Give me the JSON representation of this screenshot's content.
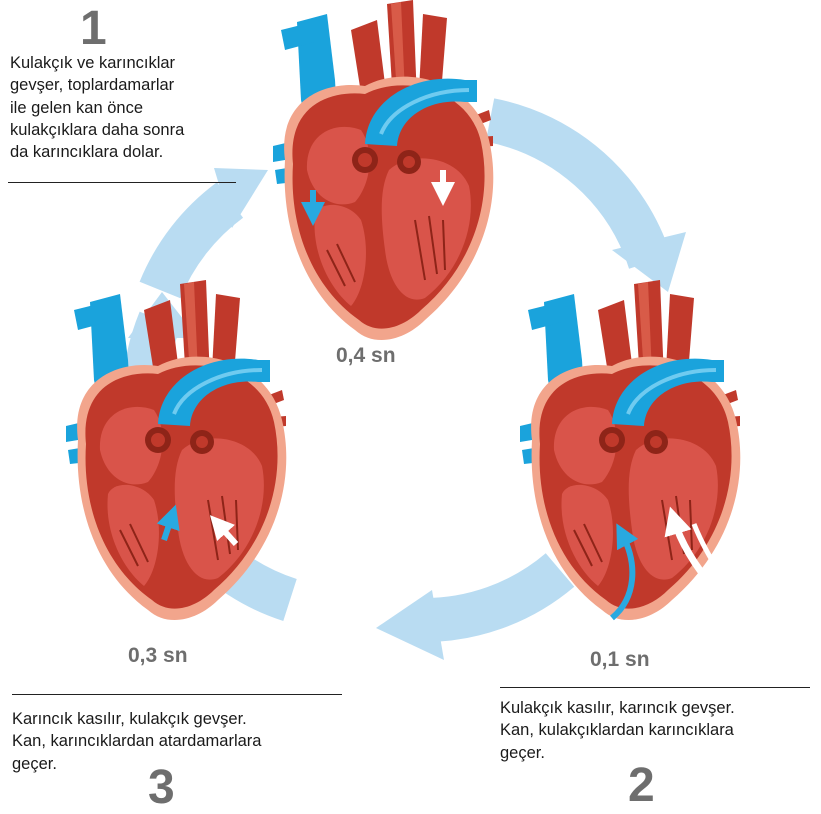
{
  "stages": [
    {
      "number": "1",
      "text_lines": [
        "Kulakçık ve karıncıklar",
        "gevşer, toplardamarlar",
        "ile gelen kan önce",
        "kulakçıklara daha sonra",
        "da karıncıklara dolar."
      ],
      "time": "0,4 sn"
    },
    {
      "number": "2",
      "text_lines": [
        "Kulakçık kasılır, karıncık gevşer.",
        "Kan, kulakçıklardan karıncıklara",
        "geçer."
      ],
      "time": "0,1 sn"
    },
    {
      "number": "3",
      "text_lines": [
        "Karıncık kasılır, kulakçık gevşer.",
        "Kan, karıncıklardan atardamarlara",
        "geçer."
      ],
      "time": "0,3 sn"
    }
  ],
  "colors": {
    "cycle_arrow": "#b9dcf2",
    "heart_red": "#c0392b",
    "heart_dark": "#8e2418",
    "heart_inner": "#d9544a",
    "heart_outline": "#f2a58c",
    "vein_blue": "#1aa3dc",
    "flow_blue": "#29a9e0",
    "flow_white": "#ffffff",
    "text_gray": "#6e6e6e"
  },
  "icons": [
    "heart-illustration",
    "cycle-arrow",
    "blood-flow-arrow"
  ]
}
